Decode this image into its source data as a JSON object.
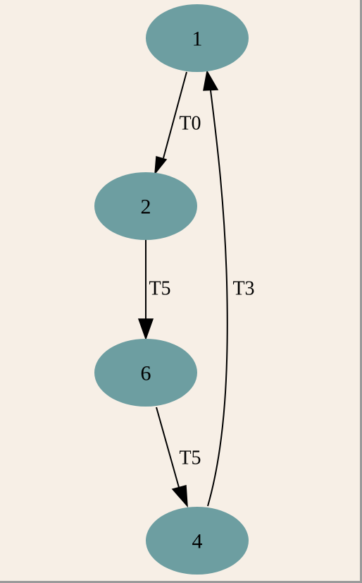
{
  "colors": {
    "background": "#f7efe6",
    "node_fill": "#6d9ea1",
    "edge": "#000000"
  },
  "nodes": [
    {
      "id": "1",
      "label": "1"
    },
    {
      "id": "2",
      "label": "2"
    },
    {
      "id": "6",
      "label": "6"
    },
    {
      "id": "4",
      "label": "4"
    }
  ],
  "edges": [
    {
      "from": "1",
      "to": "2",
      "label": "T0"
    },
    {
      "from": "2",
      "to": "6",
      "label": "T5"
    },
    {
      "from": "6",
      "to": "4",
      "label": "T5"
    },
    {
      "from": "4",
      "to": "1",
      "label": "T3"
    }
  ]
}
